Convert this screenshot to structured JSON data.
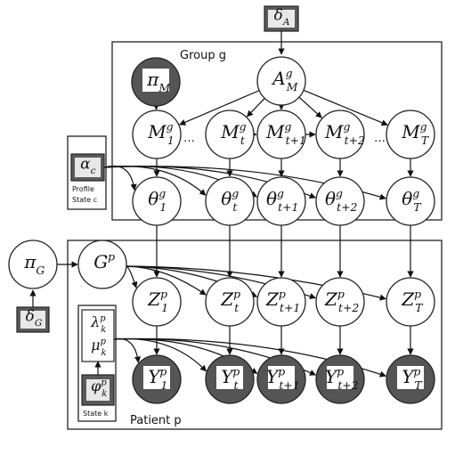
{
  "plates": {
    "group": {
      "label": "Group g"
    },
    "patient": {
      "label": "Patient p"
    },
    "profile": {
      "line1": "Profile",
      "line2": "State c"
    },
    "state": {
      "label": "State k"
    }
  },
  "hyperparameters": {
    "delta_A": {
      "base": "δ",
      "sub": "A"
    },
    "delta_G": {
      "base": "δ",
      "sub": "G"
    },
    "alpha_c": {
      "base": "α",
      "sub": "c"
    }
  },
  "nodes": {
    "pi_M": {
      "base": "π",
      "sub": "M",
      "observed": true
    },
    "A_M": {
      "base": "A",
      "sup": "g",
      "sub": "M"
    },
    "pi_G": {
      "base": "π",
      "sub": "G"
    },
    "G_p": {
      "base": "G",
      "sup": "p"
    },
    "M": [
      {
        "base": "M",
        "sup": "g",
        "sub": "1"
      },
      {
        "base": "M",
        "sup": "g",
        "sub": "t"
      },
      {
        "base": "M",
        "sup": "g",
        "sub": "t+1"
      },
      {
        "base": "M",
        "sup": "g",
        "sub": "t+2"
      },
      {
        "base": "M",
        "sup": "g",
        "sub": "T"
      }
    ],
    "theta": [
      {
        "base": "θ",
        "sup": "g",
        "sub": "1"
      },
      {
        "base": "θ",
        "sup": "g",
        "sub": "t"
      },
      {
        "base": "θ",
        "sup": "g",
        "sub": "t+1"
      },
      {
        "base": "θ",
        "sup": "g",
        "sub": "t+2"
      },
      {
        "base": "θ",
        "sup": "g",
        "sub": "T"
      }
    ],
    "Z": [
      {
        "base": "Z",
        "sup": "p",
        "sub": "1"
      },
      {
        "base": "Z",
        "sup": "p",
        "sub": "t"
      },
      {
        "base": "Z",
        "sup": "p",
        "sub": "t+1"
      },
      {
        "base": "Z",
        "sup": "p",
        "sub": "t+2"
      },
      {
        "base": "Z",
        "sup": "p",
        "sub": "T"
      }
    ],
    "Y": [
      {
        "base": "Y",
        "sup": "p",
        "sub": "1"
      },
      {
        "base": "Y",
        "sup": "p",
        "sub": "t"
      },
      {
        "base": "Y",
        "sup": "p",
        "sub": "t+1"
      },
      {
        "base": "Y",
        "sup": "p",
        "sub": "t+2"
      },
      {
        "base": "Y",
        "sup": "p",
        "sub": "T"
      }
    ]
  },
  "state_params": {
    "lambda": {
      "base": "λ",
      "sup": "p",
      "sub": "k"
    },
    "mu": {
      "base": "μ",
      "sup": "p",
      "sub": "k"
    },
    "phi": {
      "base": "φ",
      "sup": "p",
      "sub": "k"
    }
  },
  "ellipsis": "…",
  "colors": {
    "observed_fill": "#555555",
    "stroke": "#222222",
    "edge": "#111111",
    "hyper_box_fill": "#5a5a5a",
    "hyper_inner_fill": "#e8e8e8"
  }
}
